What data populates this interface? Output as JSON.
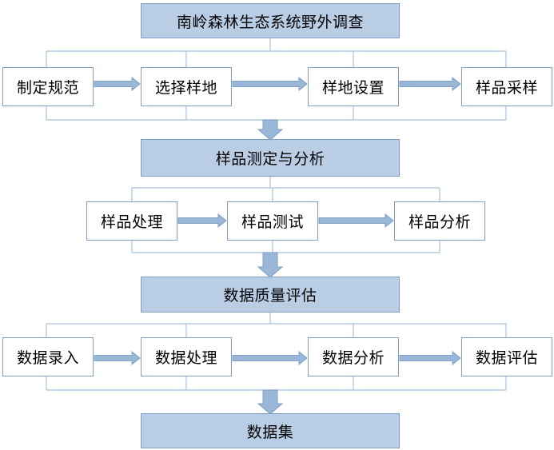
{
  "stages": [
    {
      "label": "南岭森林生态系统野外调查"
    },
    {
      "label": "样品测定与分析"
    },
    {
      "label": "数据质量评估"
    },
    {
      "label": "数据集"
    }
  ],
  "rows": [
    {
      "steps": [
        {
          "label": "制定规范"
        },
        {
          "label": "选择样地"
        },
        {
          "label": "样地设置"
        },
        {
          "label": "样品采样"
        }
      ]
    },
    {
      "steps": [
        {
          "label": "样品处理"
        },
        {
          "label": "样品测试"
        },
        {
          "label": "样品分析"
        }
      ]
    },
    {
      "steps": [
        {
          "label": "数据录入"
        },
        {
          "label": "数据处理"
        },
        {
          "label": "数据分析"
        },
        {
          "label": "数据评估"
        }
      ]
    }
  ],
  "colors": {
    "stage_fill": "#b9cde5",
    "border": "#7f9fc4",
    "arrow": "#9ab7d8",
    "arrow_stroke": "#7f9fc4",
    "connector": "#a8c0dc"
  }
}
